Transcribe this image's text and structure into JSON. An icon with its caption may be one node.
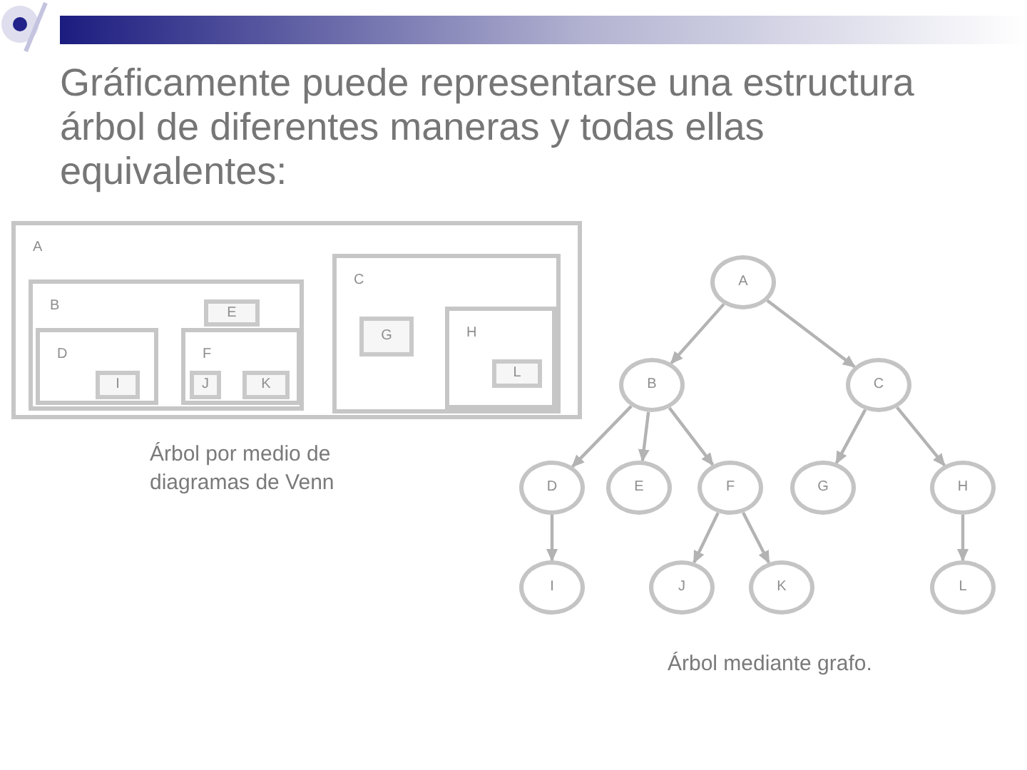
{
  "diagram": {
    "title": "Gráficamente puede representarse una estructura árbol de diferentes maneras y todas ellas equivalentes:",
    "nodes": [
      {
        "text": [
          "A"
        ]
      },
      {
        "text": [
          "B"
        ],
        "in": 0
      },
      {
        "text": [
          "E"
        ],
        "in": 1
      },
      {
        "text": [
          "D"
        ],
        "in": 1
      },
      {
        "text": [
          "I"
        ],
        "in": 3
      },
      {
        "text": [
          "F"
        ],
        "in": 1
      },
      {
        "text": [
          "J"
        ],
        "in": 5
      },
      {
        "text": [
          "K"
        ],
        "in": 5
      },
      {
        "text": [
          "C"
        ],
        "in": 0
      },
      {
        "text": [
          "G"
        ],
        "in": 8
      },
      {
        "text": [
          "H"
        ],
        "in": 8
      },
      {
        "text": [
          "L"
        ],
        "in": 10
      },
      {
        "text": [
          "A"
        ]
      },
      {
        "text": [
          "B"
        ]
      },
      {
        "text": [
          "C"
        ]
      },
      {
        "text": [
          "D"
        ]
      },
      {
        "text": [
          "E"
        ]
      },
      {
        "text": [
          "F"
        ]
      },
      {
        "text": [
          "G"
        ]
      },
      {
        "text": [
          "H"
        ]
      },
      {
        "text": [
          "I"
        ]
      },
      {
        "text": [
          "J"
        ]
      },
      {
        "text": [
          "K"
        ]
      },
      {
        "text": [
          "L"
        ]
      }
    ],
    "edges": [
      {
        "from": 12,
        "to": 13,
        "arrow": "to"
      },
      {
        "from": 12,
        "to": 14,
        "arrow": "to"
      },
      {
        "from": 13,
        "to": 15,
        "arrow": "to"
      },
      {
        "from": 13,
        "to": 16,
        "arrow": "to"
      },
      {
        "from": 13,
        "to": 17,
        "arrow": "to"
      },
      {
        "from": 14,
        "to": 18,
        "arrow": "to"
      },
      {
        "from": 14,
        "to": 19,
        "arrow": "to"
      },
      {
        "from": 15,
        "to": 20,
        "arrow": "to"
      },
      {
        "from": 17,
        "to": 21,
        "arrow": "to"
      },
      {
        "from": 17,
        "to": 22,
        "arrow": "to"
      },
      {
        "from": 19,
        "to": 23,
        "arrow": "to"
      }
    ],
    "labels": [
      "Árbol por medio de diagramas de Venn",
      "Árbol mediante grafo."
    ]
  }
}
